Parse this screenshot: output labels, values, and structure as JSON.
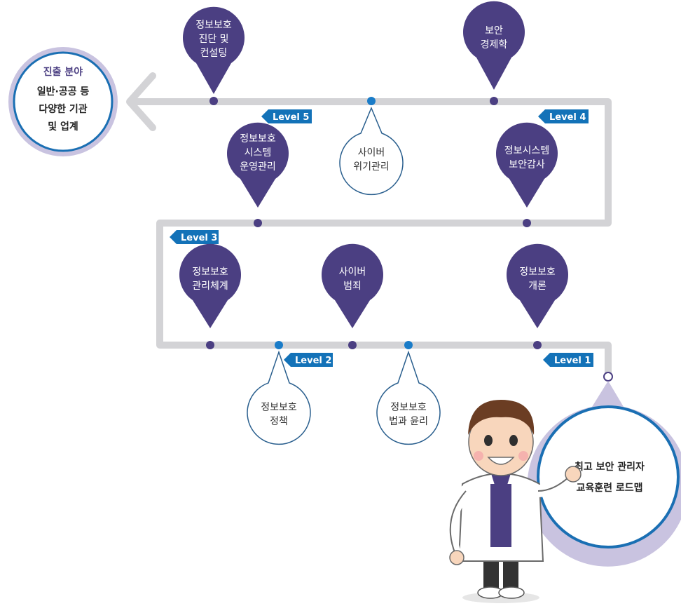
{
  "career_field": {
    "heading": "진출 분야",
    "line1": "일반·공공 등",
    "line2": "다양한 기관",
    "line3": "및 업계"
  },
  "roadmap_title": {
    "line1": "최고 보안 관리자",
    "line2": "교육훈련 로드맵"
  },
  "levels": {
    "l1": "Level 1",
    "l2": "Level 2",
    "l3": "Level 3",
    "l4": "Level 4",
    "l5": "Level 5"
  },
  "courses": {
    "c1": [
      "정보보호",
      "진단 및",
      "컨설팅"
    ],
    "c2": [
      "보안",
      "경제학"
    ],
    "c3": [
      "정보보호",
      "시스템",
      "운영관리"
    ],
    "c4": [
      "사이버",
      "위기관리"
    ],
    "c5": [
      "정보시스템",
      "보안감사"
    ],
    "c6": [
      "정보보호",
      "관리체계"
    ],
    "c7": [
      "사이버",
      "범죄"
    ],
    "c8": [
      "정보보호",
      "개론"
    ],
    "c9": [
      "정보보호",
      "정책"
    ],
    "c10": [
      "정보보호",
      "법과 윤리"
    ]
  }
}
